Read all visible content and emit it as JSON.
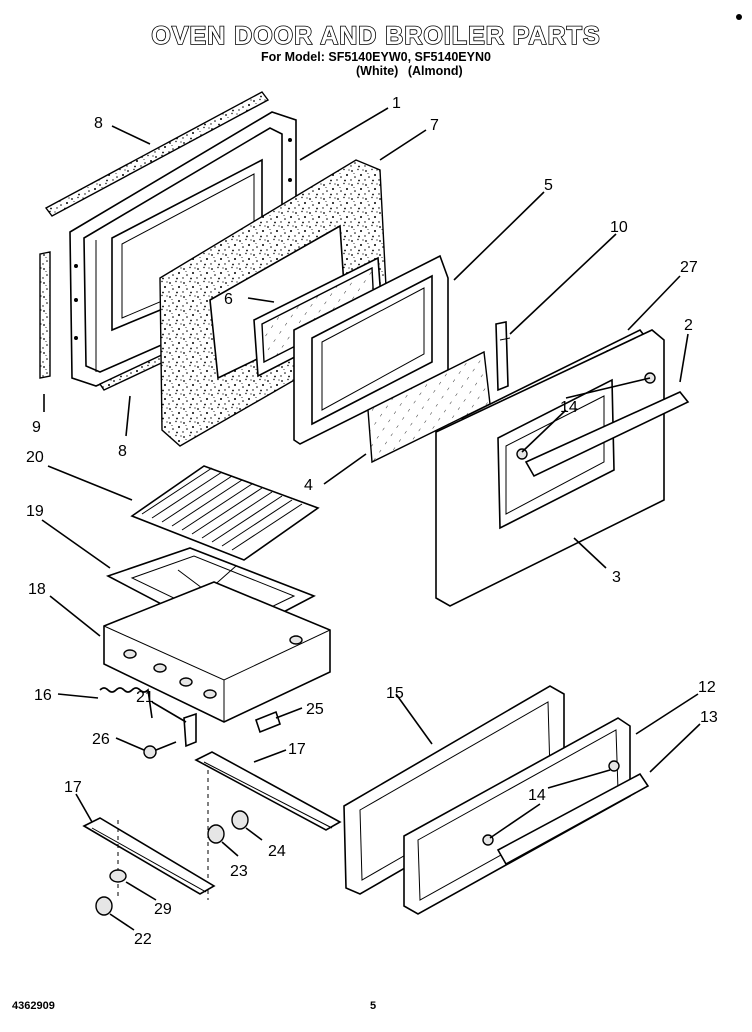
{
  "header": {
    "title": "OVEN DOOR AND BROILER PARTS",
    "model_line": "For Model: SF5140EYW0, SF5140EYN0",
    "variant_white": "(White)",
    "variant_almond": "(Almond)"
  },
  "footer": {
    "doc_number": "4362909",
    "page_number": "5"
  },
  "callouts": {
    "c1": "1",
    "c2": "2",
    "c3": "3",
    "c4": "4",
    "c5": "5",
    "c6": "6",
    "c7": "7",
    "c8a": "8",
    "c8b": "8",
    "c9": "9",
    "c10": "10",
    "c12": "12",
    "c13": "13",
    "c14a": "14",
    "c14b": "14",
    "c15": "15",
    "c16": "16",
    "c17a": "17",
    "c17b": "17",
    "c18": "18",
    "c19": "19",
    "c20": "20",
    "c21": "21",
    "c22": "22",
    "c23": "23",
    "c24": "24",
    "c25": "25",
    "c26": "26",
    "c27": "27",
    "c29": "29"
  },
  "colors": {
    "ink": "#000000",
    "paper": "#ffffff"
  }
}
